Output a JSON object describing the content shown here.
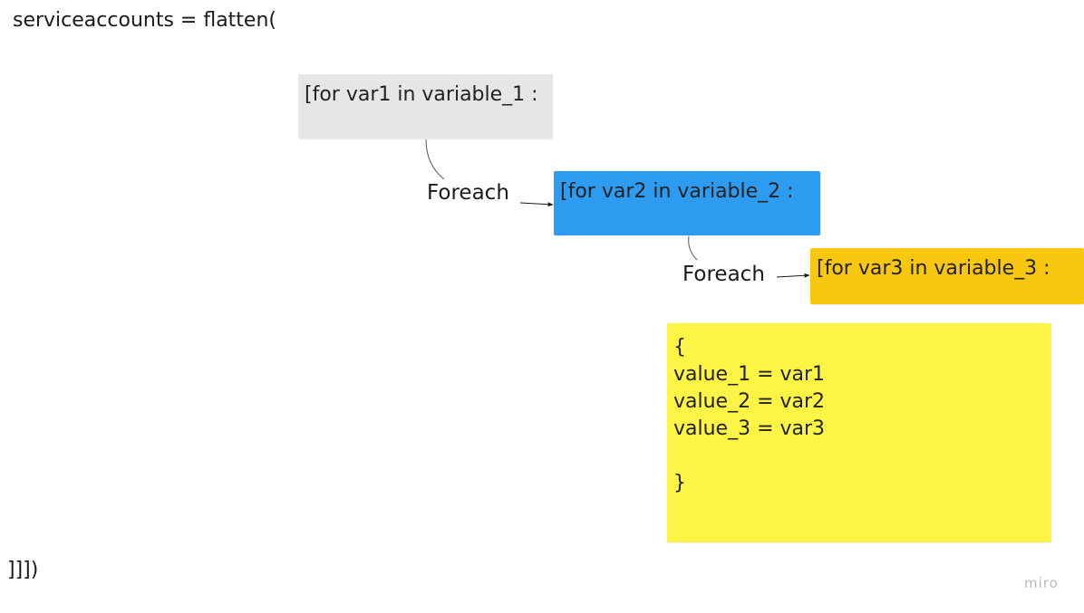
{
  "header_text": "serviceaccounts = flatten(",
  "footer_text": "]]])",
  "watermark": "miro",
  "loops": [
    {
      "label": "[for var1 in variable_1 :",
      "color": "#e6e6e6"
    },
    {
      "label": "[for var2 in variable_2 :",
      "color": "#2d9bf0"
    },
    {
      "label": "[for var3 in variable_3 :",
      "color": "#fac710"
    }
  ],
  "connectors": [
    {
      "label": "Foreach"
    },
    {
      "label": "Foreach"
    }
  ],
  "body_note": {
    "color": "#fef445",
    "lines": [
      "{",
      "value_1 = var1",
      "value_2 = var2",
      "value_3 = var3",
      "",
      "}"
    ]
  }
}
